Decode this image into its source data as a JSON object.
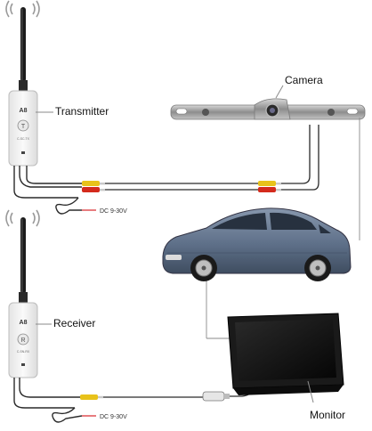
{
  "labels": {
    "transmitter": "Transmitter",
    "receiver": "Receiver",
    "camera": "Camera",
    "monitor": "Monitor",
    "dc_top": "DC 9-30V",
    "dc_bottom": "DC 9-30V"
  },
  "devices": {
    "transmitter_model": "A8",
    "transmitter_badge": "T",
    "transmitter_code": "C-SC-TX",
    "receiver_model": "A8",
    "receiver_badge": "R",
    "receiver_code": "C-SN-RX"
  },
  "colors": {
    "wire": "#2a2a2a",
    "leader": "#8a8a8a",
    "device_body": "#f2f2f2",
    "antenna": "#1c1c1c",
    "rca_yellow": "#e8c21a",
    "rca_red": "#d42a1c",
    "dc_line": "#d9262a",
    "camera_chrome": "#9a9a9a",
    "car_body": "#5d6f86",
    "monitor_frame": "#1a1a1a"
  }
}
